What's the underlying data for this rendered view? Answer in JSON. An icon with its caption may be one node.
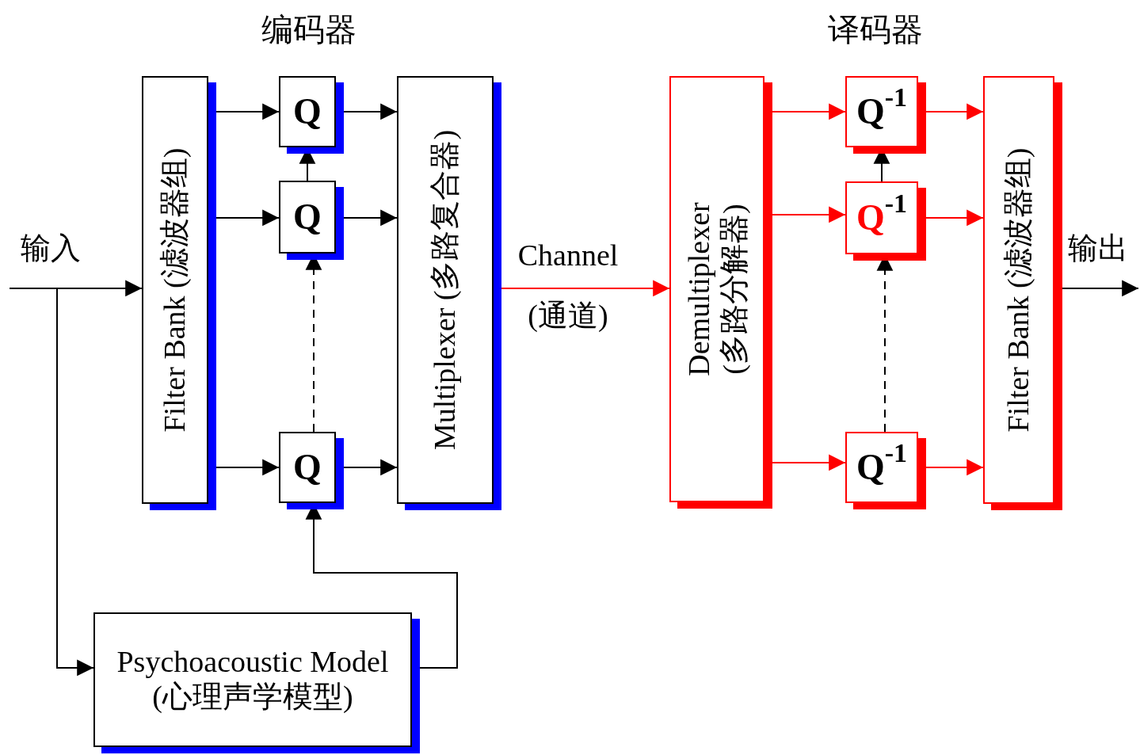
{
  "diagram": {
    "nodes": [
      {
        "text": [
          "Filter Bank (滤波器组)"
        ]
      },
      {
        "text": [
          "Q"
        ]
      },
      {
        "text": [
          "Q"
        ]
      },
      {
        "text": [
          "Q"
        ]
      },
      {
        "text": [
          "Multiplexer (多路复合器)"
        ]
      },
      {
        "text": [
          "Psychoacoustic Model",
          "(心理声学模型)"
        ]
      },
      {
        "text": [
          "Demultiplexer",
          "(多路分解器)"
        ]
      },
      {
        "text": [
          "Q$^{-1}$"
        ]
      },
      {
        "text": [
          "Q$^{-1}$"
        ]
      },
      {
        "text": [
          "Q$^{-1}$"
        ]
      },
      {
        "text": [
          "Filter Bank (滤波器组)"
        ]
      }
    ],
    "edges": [
      {
        "from": null,
        "to": 0,
        "arrow": "to",
        "label": "输入"
      },
      {
        "from": null,
        "to": 5,
        "arrow": "to"
      },
      {
        "from": 0,
        "to": 1,
        "arrow": "to"
      },
      {
        "from": 0,
        "to": 2,
        "arrow": "to"
      },
      {
        "from": 0,
        "to": 3,
        "arrow": "to"
      },
      {
        "from": 1,
        "to": 4,
        "arrow": "to"
      },
      {
        "from": 2,
        "to": 4,
        "arrow": "to"
      },
      {
        "from": 3,
        "to": 4,
        "arrow": "to"
      },
      {
        "from": 2,
        "to": 1,
        "arrow": "to"
      },
      {
        "from": 3,
        "to": 2,
        "arrow": "to",
        "style": "dashed"
      },
      {
        "from": 5,
        "to": 3,
        "arrow": "to"
      },
      {
        "from": 4,
        "to": 6,
        "arrow": "to",
        "label": "Channel (通道)",
        "color": "#ff0000"
      },
      {
        "from": 6,
        "to": 7,
        "arrow": "to",
        "color": "#ff0000"
      },
      {
        "from": 6,
        "to": 8,
        "arrow": "to",
        "color": "#ff0000"
      },
      {
        "from": 6,
        "to": 9,
        "arrow": "to",
        "color": "#ff0000"
      },
      {
        "from": 8,
        "to": 7,
        "arrow": "to"
      },
      {
        "from": 9,
        "to": 8,
        "arrow": "to",
        "style": "dashed"
      },
      {
        "from": 7,
        "to": 10,
        "arrow": "to",
        "color": "#ff0000"
      },
      {
        "from": 8,
        "to": 10,
        "arrow": "to",
        "color": "#ff0000"
      },
      {
        "from": 9,
        "to": 10,
        "arrow": "to",
        "color": "#ff0000"
      },
      {
        "from": 10,
        "to": null,
        "arrow": "to",
        "label": "输出"
      }
    ],
    "labels": [
      "编码器",
      "译码器"
    ]
  }
}
